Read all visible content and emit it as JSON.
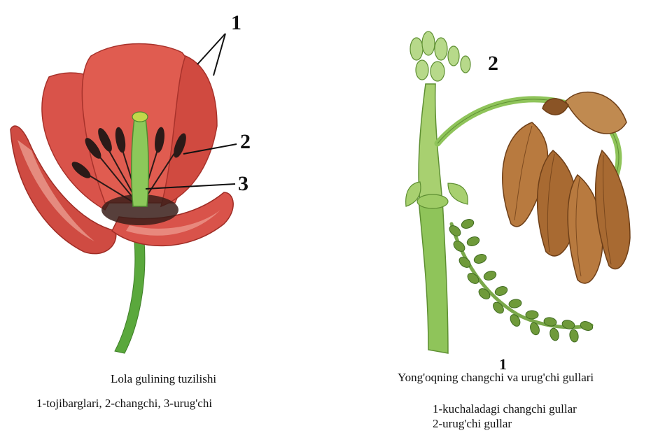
{
  "tulip": {
    "markers": {
      "petals": "1",
      "stamen": "2",
      "pistil": "3"
    },
    "caption_title": "Lola gulining tuzilishi",
    "caption_legend": "1-tojibarglari, 2-changchi, 3-urug'chi"
  },
  "walnut": {
    "markers": {
      "pistillate": "2",
      "catkin": "1"
    },
    "caption_title": "Yong'oqning changchi va urug'chi gullari",
    "caption_legend_1": "1-kuchaladagi changchi gullar",
    "caption_legend_2": "2-urug'chi gullar"
  },
  "colors": {
    "petal": "#d9534a",
    "petal_light": "#f4b5a8",
    "stamen": "#2b1a18",
    "stem": "#5aa83c",
    "walnut_stem": "#8fc45a",
    "leaf": "#b87a3f",
    "leaf_dark": "#8a5426"
  }
}
